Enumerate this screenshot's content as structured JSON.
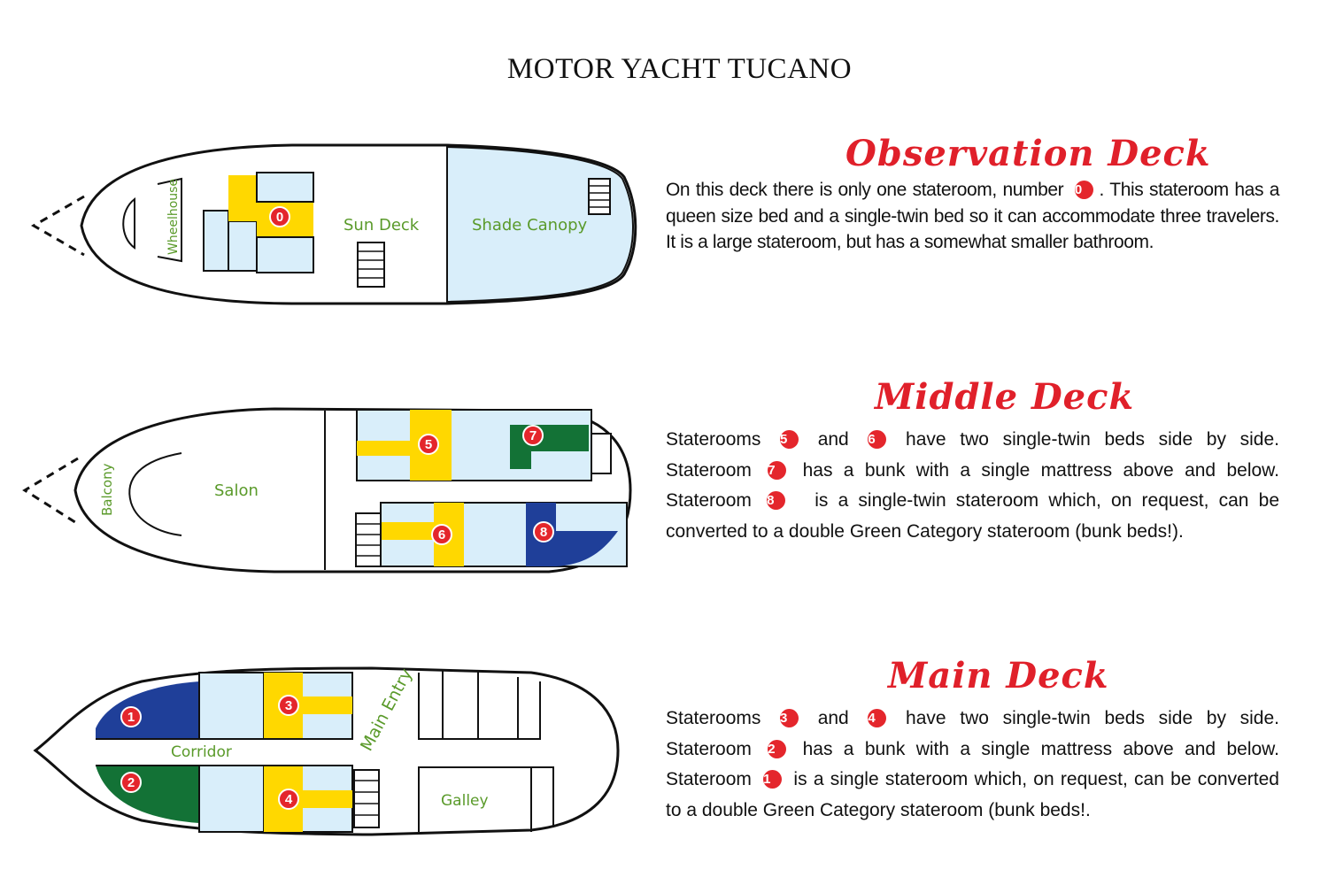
{
  "title": "MOTOR YACHT TUCANO",
  "colors": {
    "accent": "#e0202a",
    "yellow": "#ffd800",
    "blue": "#1f3f99",
    "green": "#137236",
    "light_blue": "#d9eefa",
    "label_green": "#5a9a2a"
  },
  "observation": {
    "heading": "Observation Deck",
    "labels": {
      "wheelhouse": "Wheelhouse",
      "sun_deck": "Sun Deck",
      "shade_canopy": "Shade Canopy"
    },
    "badge": "0",
    "text": [
      "On this deck there is only one stateroom, number",
      "0",
      ". This stateroom has a queen size bed and a single-twin bed so it can accommodate three travelers. It is a large stateroom, but has a somewhat smaller bathroom."
    ]
  },
  "middle": {
    "heading": "Middle Deck",
    "labels": {
      "balcony": "Balcony",
      "salon": "Salon"
    },
    "badges": [
      "5",
      "7",
      "6",
      "8"
    ],
    "text": [
      "Staterooms",
      "5",
      "and",
      "6",
      "have two single-twin beds side by side. Stateroom",
      "7",
      "has a bunk with a single mattress above and below. Stateroom",
      "8",
      "is a single-twin stateroom which, on request, can be converted to a double Green Category stateroom (bunk beds!)."
    ]
  },
  "main": {
    "heading": "Main Deck",
    "labels": {
      "corridor": "Corridor",
      "main_entry": "Main Entry",
      "galley": "Galley"
    },
    "badges": [
      "1",
      "3",
      "2",
      "4"
    ],
    "text": [
      "Staterooms",
      "3",
      "and",
      "4",
      "have two single-twin beds side by side. Stateroom",
      "2",
      "has a bunk with a single mattress above and below. Stateroom",
      "1",
      "is a single stateroom which, on request, can be converted to a double Green Category stateroom (bunk beds!."
    ]
  }
}
